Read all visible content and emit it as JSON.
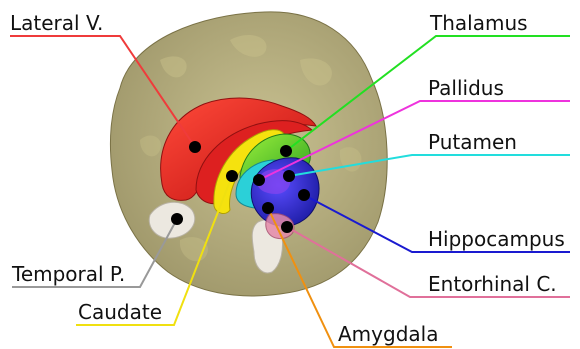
{
  "labels": [
    {
      "id": "lateral-v",
      "text": "Lateral V.",
      "color": "#ef3b3b"
    },
    {
      "id": "thalamus",
      "text": "Thalamus",
      "color": "#22e022"
    },
    {
      "id": "pallidus",
      "text": "Pallidus",
      "color": "#ee33dd"
    },
    {
      "id": "putamen",
      "text": "Putamen",
      "color": "#22dddd"
    },
    {
      "id": "hippocampus",
      "text": "Hippocampus",
      "color": "#1a1ad0"
    },
    {
      "id": "entorhinal",
      "text": "Entorhinal C.",
      "color": "#e0709a"
    },
    {
      "id": "amygdala",
      "text": "Amygdala",
      "color": "#f09010"
    },
    {
      "id": "caudate",
      "text": "Caudate",
      "color": "#f0e010"
    },
    {
      "id": "temporal-p",
      "text": "Temporal P.",
      "color": "#999999"
    }
  ]
}
